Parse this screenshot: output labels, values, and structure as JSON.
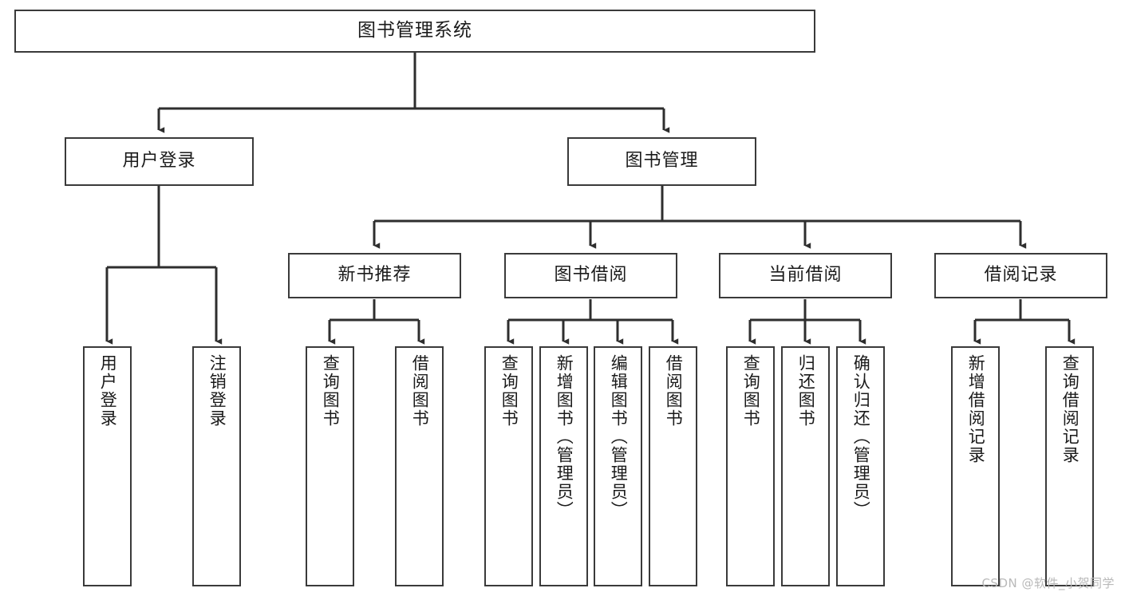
{
  "diagram": {
    "type": "tree-hierarchy-chart",
    "title": "图书管理系统",
    "stroke_color": "#3a3a3a",
    "fill_color": "#ffffff",
    "text_color": "#1a1a1a",
    "watermark": "CSDN @软件_小贺同学",
    "levels": {
      "level1": [
        {
          "id": "root",
          "label": "图书管理系统"
        }
      ],
      "level2": [
        {
          "id": "user-login",
          "label": "用户登录",
          "parent": "root"
        },
        {
          "id": "book-manage",
          "label": "图书管理",
          "parent": "root"
        }
      ],
      "level3": [
        {
          "id": "new-book-recommend",
          "label": "新书推荐",
          "parent": "book-manage"
        },
        {
          "id": "book-borrow",
          "label": "图书借阅",
          "parent": "book-manage"
        },
        {
          "id": "current-borrow",
          "label": "当前借阅",
          "parent": "book-manage"
        },
        {
          "id": "borrow-record",
          "label": "借阅记录",
          "parent": "book-manage"
        }
      ],
      "leaves": [
        {
          "id": "leaf-user-login",
          "label": "用户登录",
          "parent": "user-login"
        },
        {
          "id": "leaf-logout",
          "label": "注销登录",
          "parent": "user-login"
        },
        {
          "id": "leaf-query-book-1",
          "label": "查询图书",
          "parent": "new-book-recommend"
        },
        {
          "id": "leaf-borrow-book-1",
          "label": "借阅图书",
          "parent": "new-book-recommend"
        },
        {
          "id": "leaf-query-book-2",
          "label": "查询图书",
          "parent": "book-borrow"
        },
        {
          "id": "leaf-add-book",
          "label": "新增图书（管理员）",
          "parent": "book-borrow"
        },
        {
          "id": "leaf-edit-book",
          "label": "编辑图书（管理员）",
          "parent": "book-borrow"
        },
        {
          "id": "leaf-borrow-book-2",
          "label": "借阅图书",
          "parent": "book-borrow"
        },
        {
          "id": "leaf-query-book-3",
          "label": "查询图书",
          "parent": "current-borrow"
        },
        {
          "id": "leaf-return-book",
          "label": "归还图书",
          "parent": "current-borrow"
        },
        {
          "id": "leaf-confirm-return",
          "label": "确认归还（管理员）",
          "parent": "current-borrow"
        },
        {
          "id": "leaf-add-record",
          "label": "新增借阅记录",
          "parent": "borrow-record"
        },
        {
          "id": "leaf-query-record",
          "label": "查询借阅记录",
          "parent": "borrow-record"
        }
      ]
    }
  }
}
